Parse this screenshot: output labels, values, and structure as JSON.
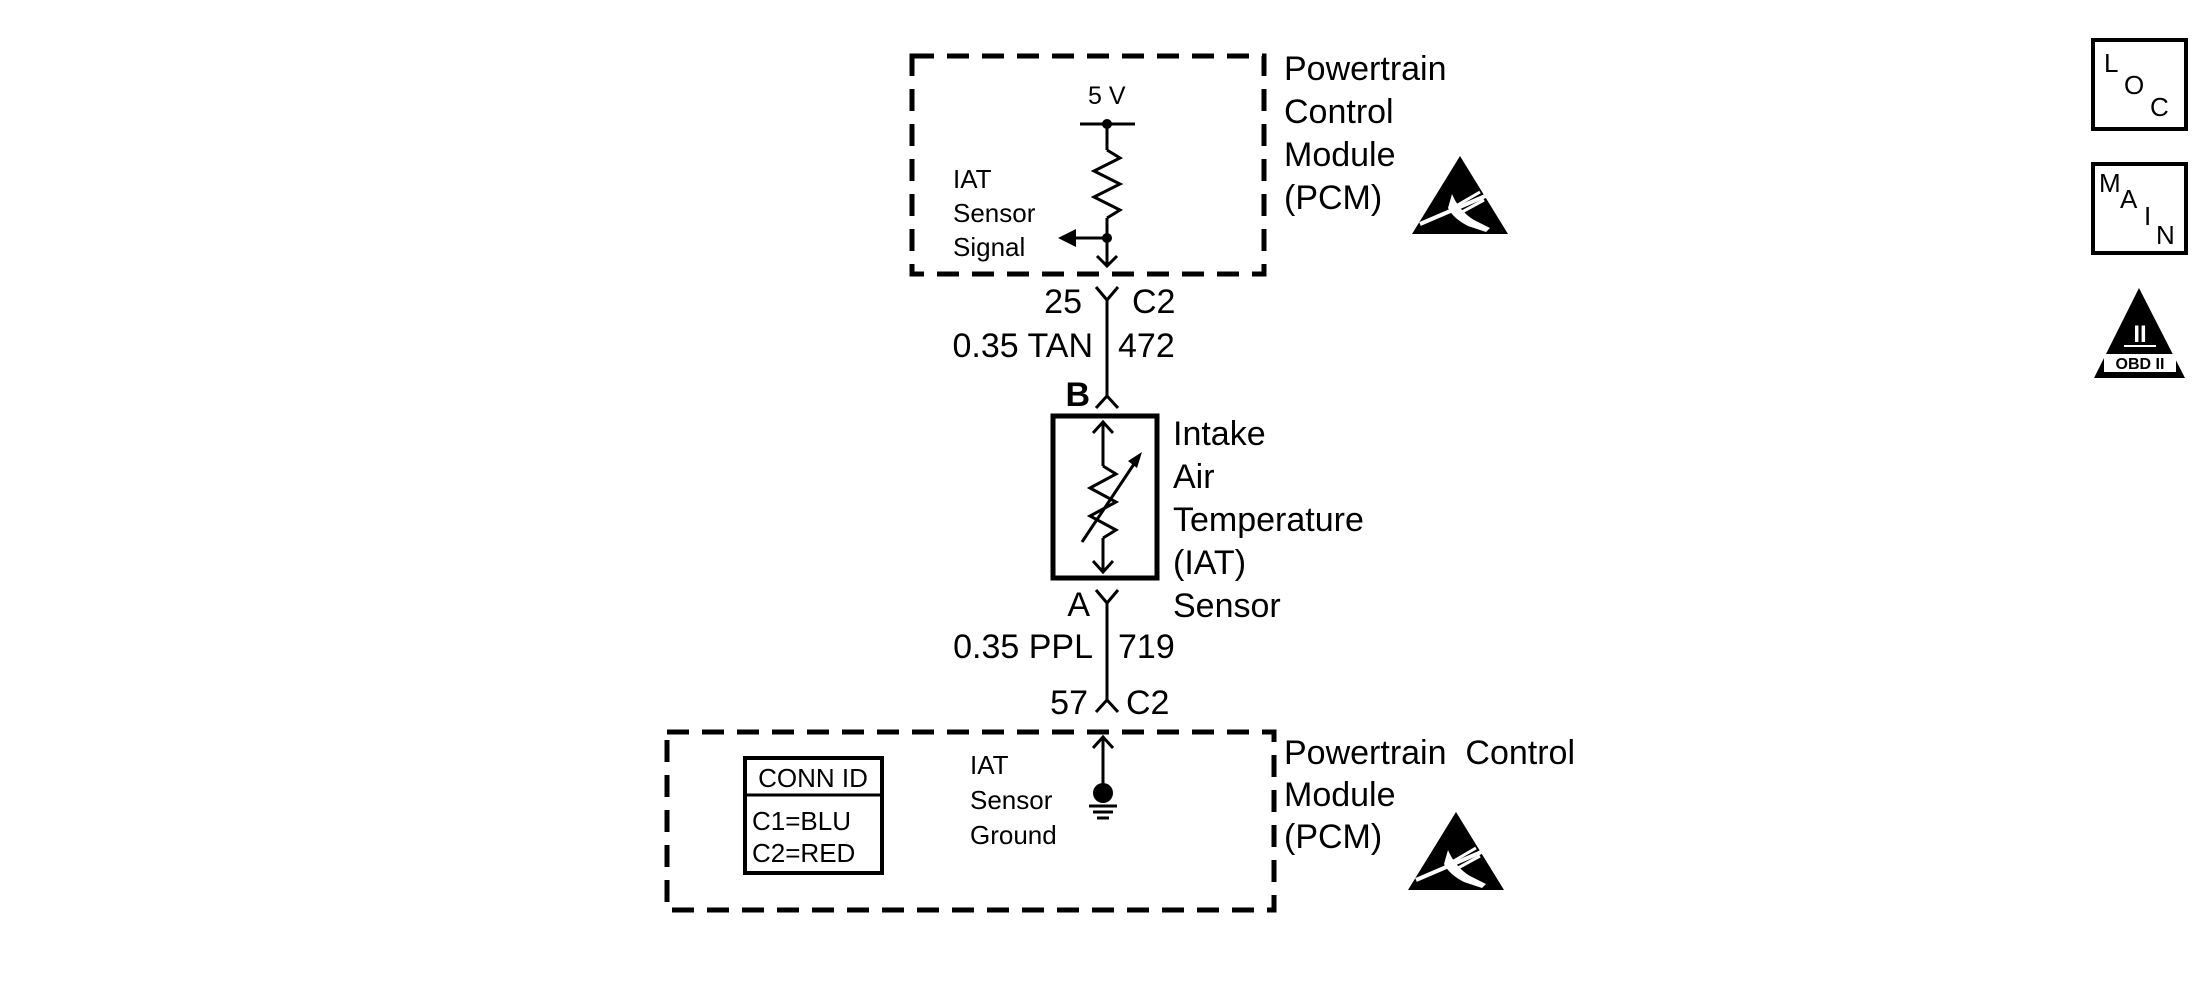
{
  "top_module": {
    "label_lines": [
      "Powertrain",
      "Control",
      "Module",
      "(PCM)"
    ],
    "supply_label": "5 V",
    "signal_label_lines": [
      "IAT",
      "Sensor",
      "Signal"
    ]
  },
  "upper_connector": {
    "pin": "25",
    "connector": "C2",
    "wire_gauge_color": "0.35 TAN",
    "circuit": "472",
    "sensor_pin": "B"
  },
  "sensor": {
    "label_lines": [
      "Intake",
      "Air",
      "Temperature",
      "(IAT)",
      "Sensor"
    ]
  },
  "lower_connector": {
    "sensor_pin": "A",
    "wire_gauge_color": "0.35 PPL",
    "circuit": "719",
    "pin": "57",
    "connector": "C2"
  },
  "bottom_module": {
    "label_lines": [
      "Powertrain  Control",
      "Module",
      "(PCM)"
    ],
    "ground_label_lines": [
      "IAT",
      "Sensor",
      "Ground"
    ],
    "conn_id": {
      "header": "CONN ID",
      "rows": [
        "C1=BLU",
        "C2=RED"
      ]
    }
  },
  "side_icons": {
    "loc": [
      "L",
      "O",
      "C"
    ],
    "main": [
      "M",
      "A",
      "I",
      "N"
    ],
    "obd": {
      "numeral": "II",
      "caption": "OBD II"
    }
  },
  "esd_icon": "esd-sensitive-hand-icon",
  "colors": {
    "ink": "#000000",
    "background": "#ffffff"
  }
}
